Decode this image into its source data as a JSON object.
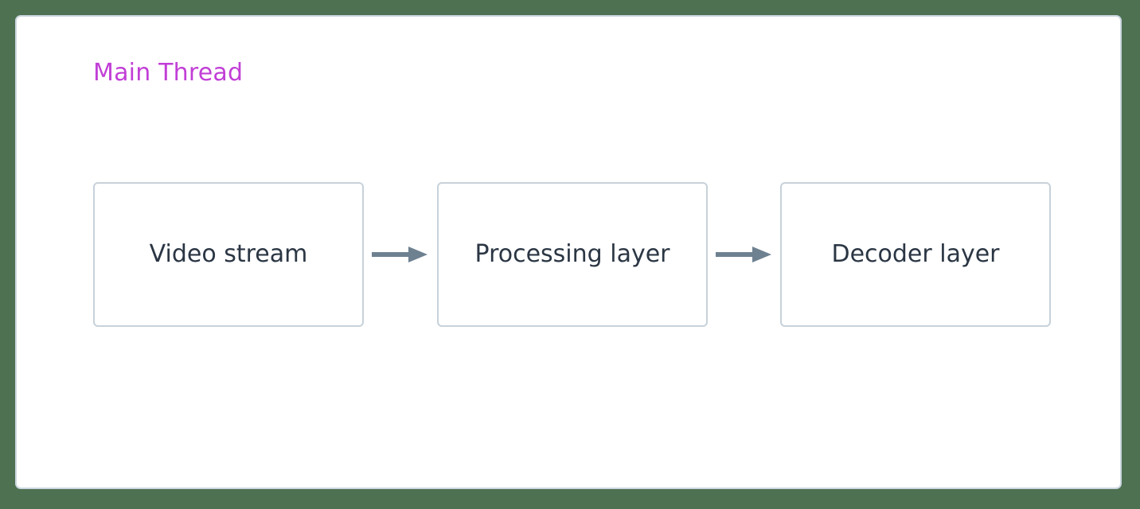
{
  "diagram": {
    "background_color": "#4d7151",
    "canvas_background": "#ffffff",
    "canvas_border_color": "#ccd6e0",
    "type": "flowchart",
    "direction": "left-to-right",
    "group": {
      "title": "Main Thread",
      "title_color": "#c13fd6"
    },
    "node_border_color": "#c7d2da",
    "node_text_color": "#2b3644",
    "arrow_color": "#6e8191",
    "nodes": [
      {
        "id": "video-stream",
        "label": "Video stream"
      },
      {
        "id": "processing-layer",
        "label": "Processing layer"
      },
      {
        "id": "decoder-layer",
        "label": "Decoder layer"
      }
    ],
    "edges": [
      {
        "id": "edge-1",
        "from": "video-stream",
        "to": "processing-layer",
        "marker": "arrow-right-icon"
      },
      {
        "id": "edge-2",
        "from": "processing-layer",
        "to": "decoder-layer",
        "marker": "arrow-right-icon"
      }
    ]
  }
}
